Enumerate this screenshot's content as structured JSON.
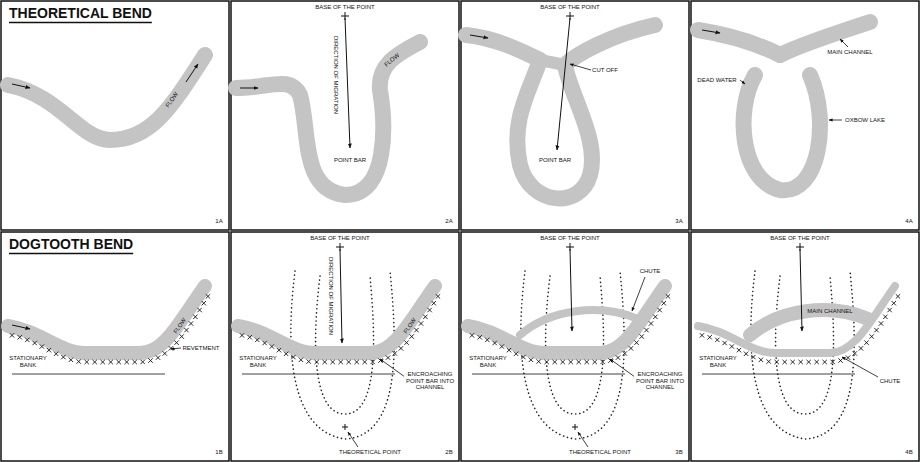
{
  "diagram": {
    "labels": [
      "THEORETICAL BEND",
      "FLOW",
      "1A",
      "BASE OF THE POINT",
      "DIRECTION OF MIGRATION",
      "FLOW",
      "POINT BAR",
      "2A",
      "BASE OF THE POINT",
      "CUT OFF",
      "POINT BAR",
      "3A",
      "MAIN CHANNEL",
      "DEAD WATER",
      "OXBOW LAKE",
      "4A",
      "DOGTOOTH BEND",
      "FLOW",
      "REVETMENT",
      "STATIONARY BANK",
      "1B",
      "BASE OF THE POINT",
      "DIRECTION OF MIGRATION",
      "FLOW",
      "STATIONARY BANK",
      "ENCROACHING POINT BAR INTO CHANNEL",
      "THEORETICAL POINT",
      "2B",
      "BASE OF THE POINT",
      "CHUTE",
      "STATIONARY BANK",
      "ENCROACHING POINT BAR INTO CHANNEL",
      "THEORETICAL POINT",
      "3B",
      "BASE OF THE POINT",
      "MAIN CHANNEL",
      "CHUTE",
      "STATIONARY BANK",
      "4B"
    ]
  }
}
